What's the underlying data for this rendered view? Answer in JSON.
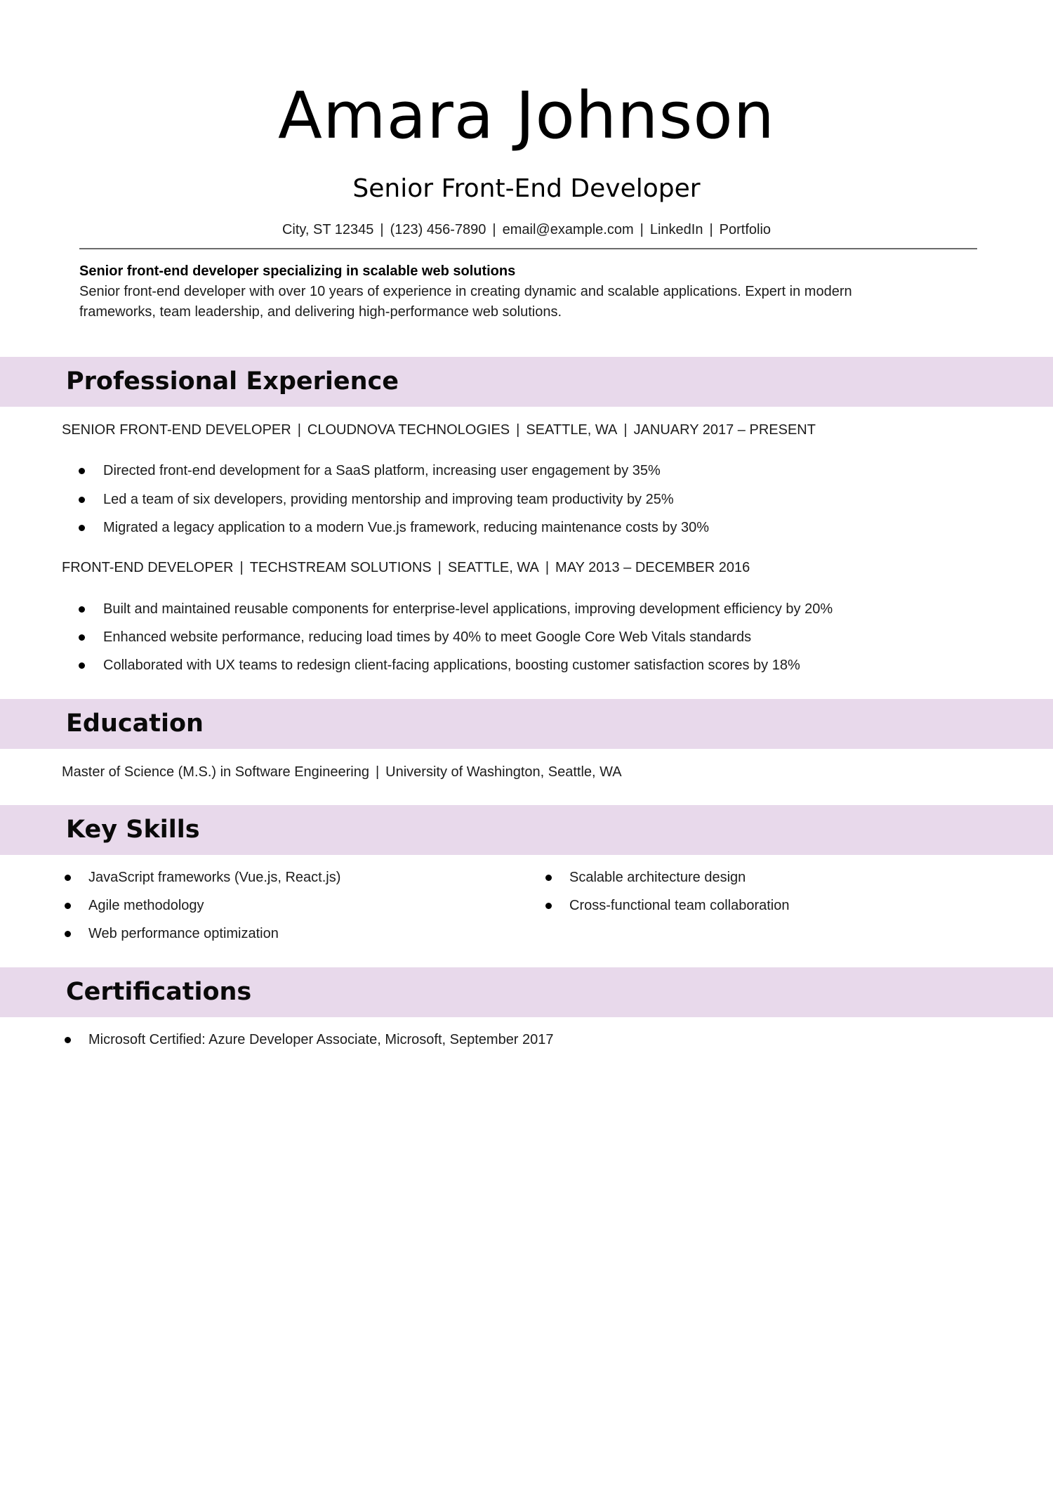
{
  "header": {
    "name": "Amara Johnson",
    "title": "Senior Front-End Developer",
    "contact": [
      "City, ST 12345",
      "(123) 456-7890",
      "email@example.com",
      "LinkedIn",
      "Portfolio"
    ],
    "separator": "|"
  },
  "summary": {
    "headline": "Senior front-end developer specializing in scalable web solutions",
    "line1": "Senior front-end developer with over 10 years of experience in creating dynamic and scalable applications. Expert in modern",
    "line2": "frameworks, team leadership, and delivering high-performance web solutions."
  },
  "sections": {
    "experience": "Professional Experience",
    "education": "Education",
    "skills": "Key Skills",
    "certifications": "Certifications"
  },
  "experience": [
    {
      "role": "SENIOR FRONT-END DEVELOPER",
      "company": "CLOUDNOVA TECHNOLOGIES",
      "location": "SEATTLE, WA",
      "dates": "JANUARY 2017 – PRESENT",
      "bullets": [
        "Directed front-end development for a SaaS platform, increasing user engagement by 35%",
        "Led a team of six developers, providing mentorship and improving team productivity by 25%",
        "Migrated a legacy application to a modern Vue.js framework, reducing maintenance costs by 30%"
      ]
    },
    {
      "role": "FRONT-END DEVELOPER",
      "company": "TECHSTREAM SOLUTIONS",
      "location": "SEATTLE, WA",
      "dates": "MAY 2013 – DECEMBER 2016",
      "bullets": [
        "Built and maintained reusable components for enterprise-level applications, improving development efficiency by 20%",
        "Enhanced website performance, reducing load times by 40% to meet Google Core Web Vitals standards",
        "Collaborated with UX teams to redesign client-facing applications, boosting customer satisfaction scores by 18%"
      ]
    }
  ],
  "education": {
    "degree": "Master of Science (M.S.) in Software Engineering",
    "school": "University of Washington, Seattle, WA"
  },
  "skills": {
    "left": [
      "JavaScript frameworks (Vue.js, React.js)",
      "Agile methodology",
      "Web performance optimization"
    ],
    "right": [
      "Scalable architecture design",
      "Cross-functional team collaboration"
    ]
  },
  "certifications": [
    "Microsoft Certified: Azure Developer Associate, Microsoft, September 2017"
  ],
  "colors": {
    "section_band": "#e8d9eb",
    "rule": "#6b6b6b",
    "text": "#1c1c1c"
  }
}
